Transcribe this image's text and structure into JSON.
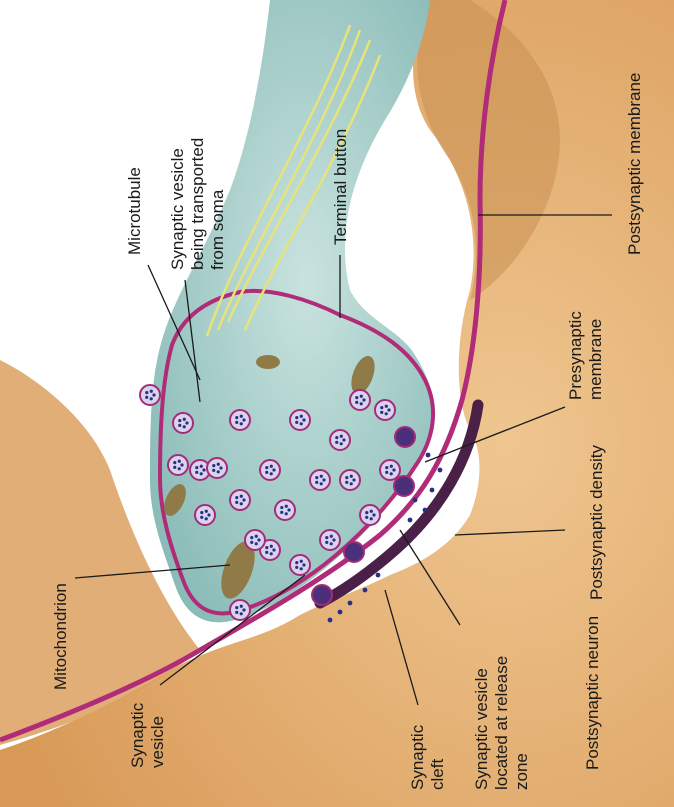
{
  "labels": {
    "microtubule": "Microtubule",
    "vesicle_transported": [
      "Synaptic vesicle",
      "being transported",
      "from soma"
    ],
    "terminal_button": "Terminal button",
    "postsynaptic_membrane": "Postsynaptic membrane",
    "mitochondrion": "Mitochondrion",
    "presynaptic_membrane": [
      "Presynaptic",
      "membrane"
    ],
    "postsynaptic_density": "Postsynaptic density",
    "synaptic_vesicle": [
      "Synaptic",
      "vesicle"
    ],
    "synaptic_cleft": [
      "Synaptic",
      "cleft"
    ],
    "vesicle_release_zone": [
      "Synaptic vesicle",
      "located at release",
      "zone"
    ],
    "postsynaptic_neuron": "Postsynaptic neuron"
  },
  "colors": {
    "background": "#ffffff",
    "postsynaptic_tissue": "#e0a86c",
    "tissue_light": "#eabc84",
    "terminal_fill": "#a7cfcb",
    "membrane": "#b02c78",
    "postsynaptic_density": "#4a1f48",
    "vesicle_fill": "#d9d4ec",
    "vesicle_ring": "#a32c7a",
    "vesicle_dots": "#2a2f86",
    "mitochondrion": "#8f7a48",
    "microtubule": "#e8e27a",
    "leader": "#1a1a1a"
  }
}
